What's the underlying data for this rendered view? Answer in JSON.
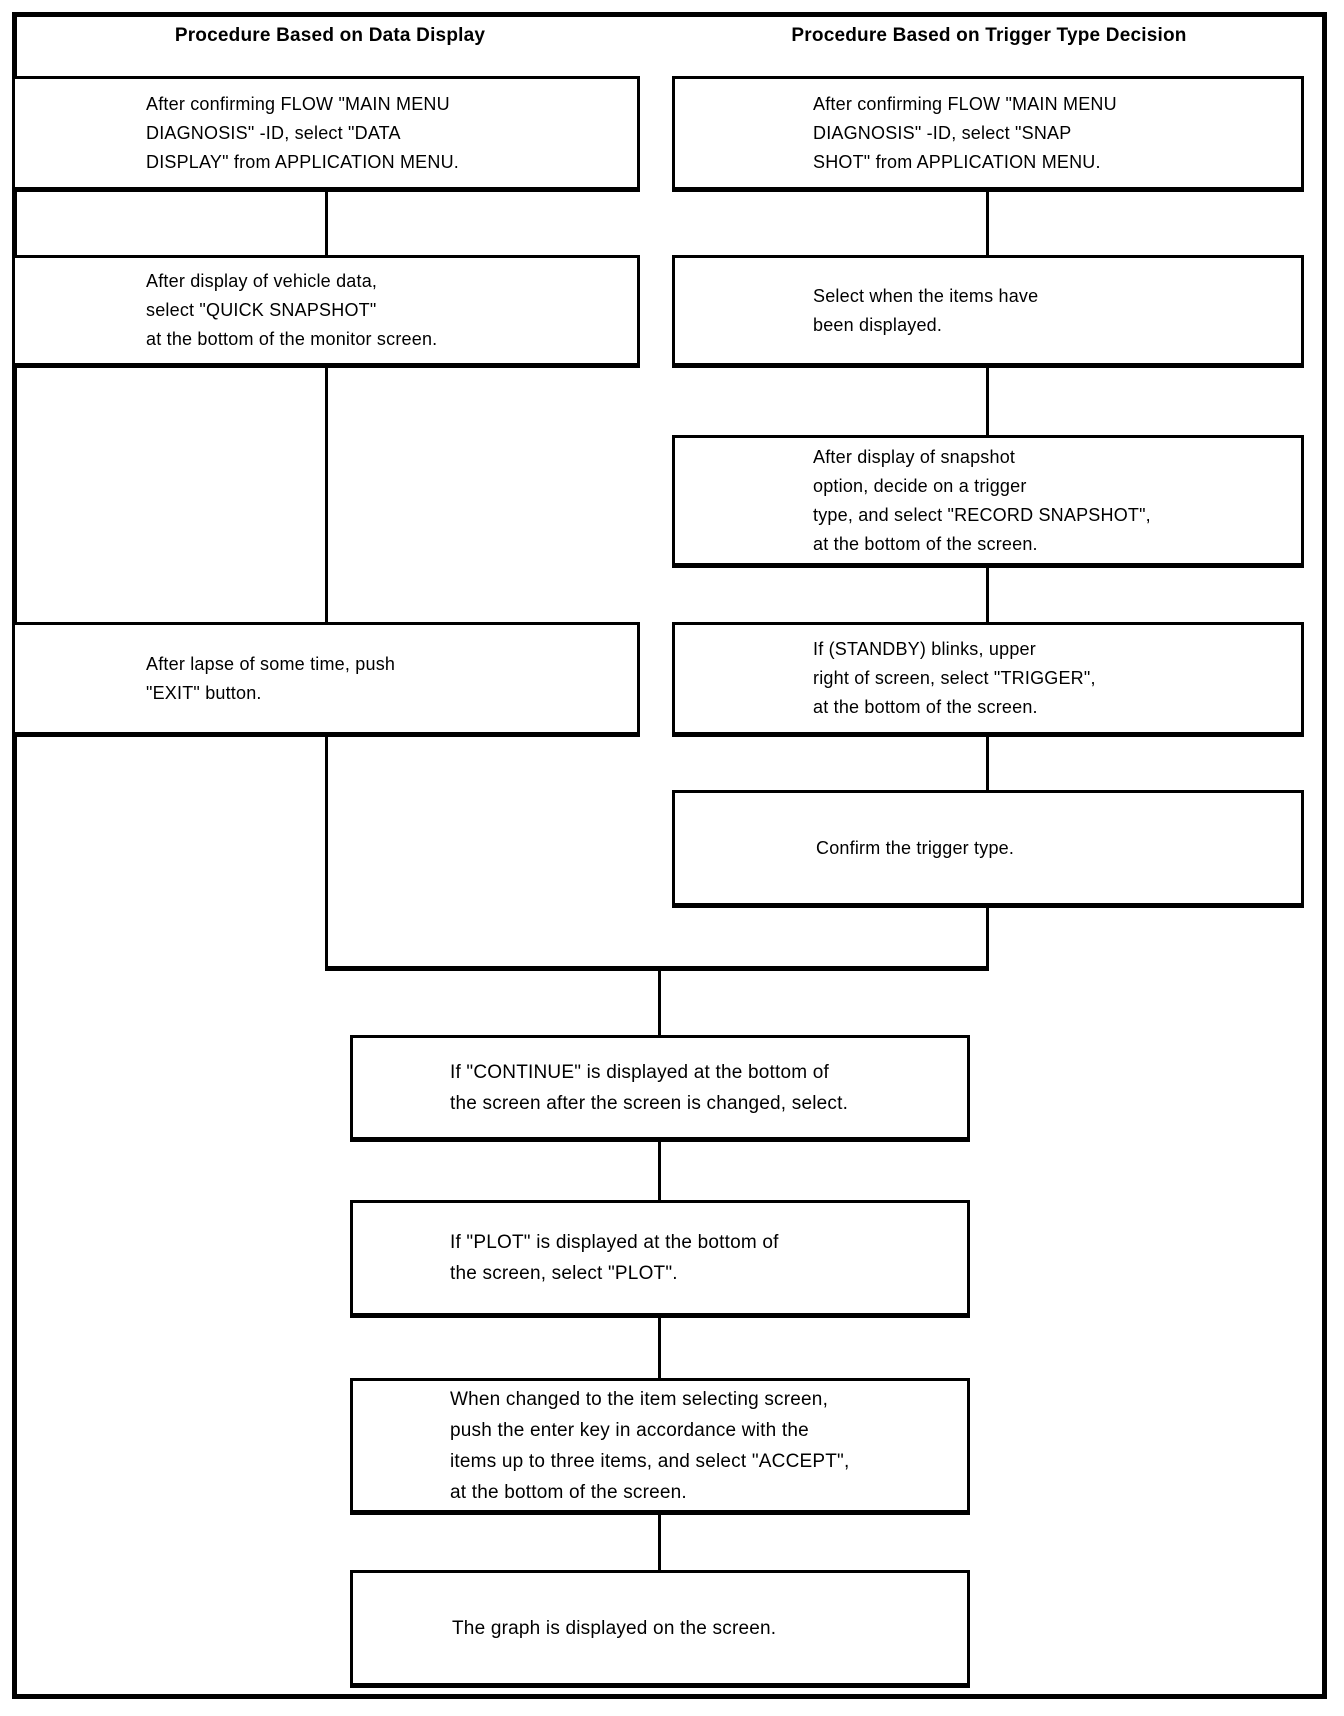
{
  "flowchart": {
    "left_column": {
      "header": "Procedure Based on Data Display",
      "steps": [
        {
          "id": "l1",
          "text": "After confirming FLOW \"MAIN MENU\nDIAGNOSIS\" -ID, select \"DATA\nDISPLAY\" from APPLICATION MENU."
        },
        {
          "id": "l2",
          "text": "After display of vehicle data,\nselect \"QUICK SNAPSHOT\"\nat the bottom of the monitor screen."
        },
        {
          "id": "l3",
          "text": "After lapse of some time, push\n\"EXIT\" button."
        }
      ]
    },
    "right_column": {
      "header": "Procedure Based on Trigger Type Decision",
      "steps": [
        {
          "id": "r1",
          "text": "After confirming FLOW \"MAIN MENU\nDIAGNOSIS\" -ID, select \"SNAP\nSHOT\" from APPLICATION MENU."
        },
        {
          "id": "r2",
          "text": "Select when the items have\nbeen displayed."
        },
        {
          "id": "r3",
          "text": "After display of snapshot\noption, decide on a trigger\ntype, and select \"RECORD SNAPSHOT\",\nat the bottom of the screen."
        },
        {
          "id": "r4",
          "text": "If (STANDBY) blinks, upper\nright of screen, select \"TRIGGER\",\nat the bottom of the screen."
        },
        {
          "id": "r5",
          "text": "Confirm the trigger type."
        }
      ]
    },
    "merged_column": {
      "steps": [
        {
          "id": "m1",
          "text": "If \"CONTINUE\" is displayed at the bottom of\nthe screen after the screen is changed, select."
        },
        {
          "id": "m2",
          "text": "If \"PLOT\" is displayed at the bottom of\nthe screen, select \"PLOT\"."
        },
        {
          "id": "m3",
          "text": "When changed to the item selecting screen,\npush the enter key in accordance with the\nitems up to three items, and select \"ACCEPT\",\nat the bottom of the screen."
        },
        {
          "id": "m4",
          "text": "The graph is displayed on the screen."
        }
      ]
    },
    "colors": {
      "line": "#000000",
      "background": "#ffffff",
      "text": "#000000"
    }
  }
}
